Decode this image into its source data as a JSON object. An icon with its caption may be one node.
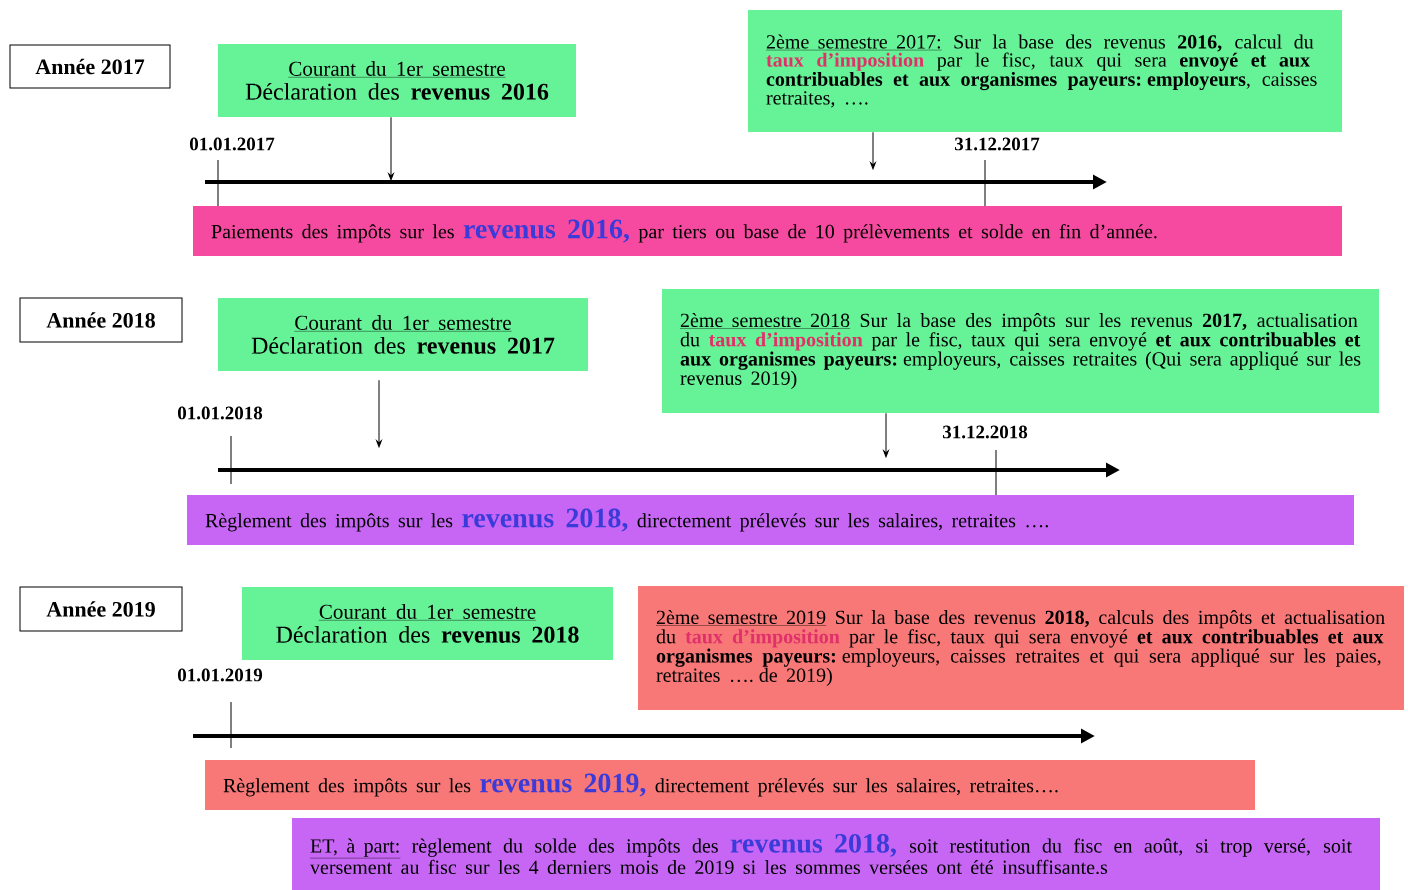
{
  "diagram": {
    "nodes": [
      {
        "text": [
          "Année 2017"
        ]
      },
      {
        "text": [
          "Courant du 1er semestre",
          "Déclaration des **revenus 2016**"
        ]
      },
      {
        "text": [
          "2ème semestre 2017:",
          "Sur la base des revenus **2016,** calcul du",
          "taux d’imposition",
          "par le fisc, taux qui sera **envoyé et aux contribuables et aux organismes payeurs: employeurs**, caisses retraites, …."
        ]
      },
      {
        "text": [
          "Paiements des impôts sur les",
          "revenus 2016,",
          "par tiers ou base de 10 prélèvements et solde en fin d’année."
        ]
      },
      {
        "text": [
          "Année 2018"
        ]
      },
      {
        "text": [
          "Courant du 1er semestre",
          "Déclaration des **revenus 2017**"
        ]
      },
      {
        "text": [
          "2ème semestre 2018",
          "Sur la base des impôts sur les revenus **2017,** actualisation du",
          "taux d’imposition",
          "par le fisc, taux qui sera envoyé **et aux contribuables et aux organismes payeurs:** employeurs, caisses retraites (Qui sera appliqué sur les revenus 2019)"
        ]
      },
      {
        "text": [
          "Règlement des impôts sur les",
          "revenus 2018,",
          "directement prélevés sur les salaires, retraites …."
        ]
      },
      {
        "text": [
          "Année 2019"
        ]
      },
      {
        "text": [
          "Courant du 1er semestre",
          "Déclaration des **revenus 2018**"
        ]
      },
      {
        "text": [
          "2ème semestre 2019",
          "Sur la base des revenus **2018,** calculs des impôts et actualisation du",
          "taux d’imposition",
          "par le fisc, taux qui sera envoyé **et aux contribuables et aux organismes payeurs:** employeurs, caisses retraites et qui sera appliqué sur les paies, retraites …. de 2019)"
        ]
      },
      {
        "text": [
          "Règlement des impôts sur les",
          "revenus 2019,",
          "directement prélevés sur les salaires, retraites…."
        ]
      },
      {
        "text": [
          "ET, à part:",
          "règlement du solde des impôts des",
          "revenus 2018,",
          "soit restitution du fisc en août, si trop versé, soit versement au fisc sur les 4 derniers mois de 2019 si les sommes versées ont été insuffisante.s"
        ]
      }
    ],
    "edges": [
      {
        "from": 1,
        "to": null,
        "arrow": "to"
      },
      {
        "from": 2,
        "to": null,
        "arrow": "to"
      },
      {
        "from": 5,
        "to": null,
        "arrow": "to"
      },
      {
        "from": 6,
        "to": null,
        "arrow": "to"
      }
    ],
    "labels": [
      "01.01.2017",
      "31.12.2017",
      "01.01.2018",
      "31.12.2018",
      "01.01.2019"
    ]
  }
}
